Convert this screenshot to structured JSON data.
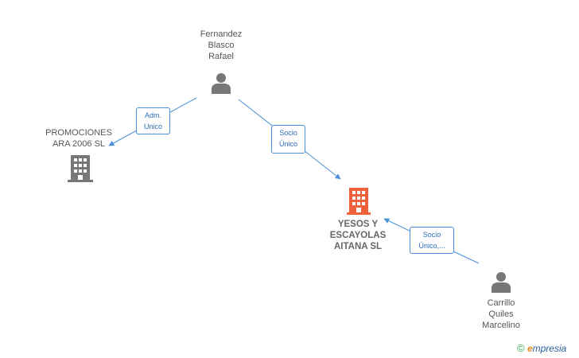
{
  "nodes": {
    "fernandez": {
      "label": "Fernandez\nBlasco\nRafael",
      "type": "person"
    },
    "promociones": {
      "label": "PROMOCIONES\nARA 2006 SL",
      "type": "company"
    },
    "yesos": {
      "label": "YESOS Y\nESCAYOLAS\nAITANA SL",
      "type": "company-main"
    },
    "carrillo": {
      "label": "Carrillo\nQuiles\nMarcelino",
      "type": "person"
    }
  },
  "edges": {
    "adm": {
      "label": "Adm.\nUnico"
    },
    "socio1": {
      "label": "Socio\nÚnico"
    },
    "socio2": {
      "label": "Socio\nÚnico,..."
    }
  },
  "colors": {
    "edge": "#4a8fd8",
    "person": "#777777",
    "company": "#777777",
    "company_main": "#f0603a"
  },
  "watermark": {
    "copyright": "©",
    "brand_e": "e",
    "brand_rest": "mpresia"
  }
}
